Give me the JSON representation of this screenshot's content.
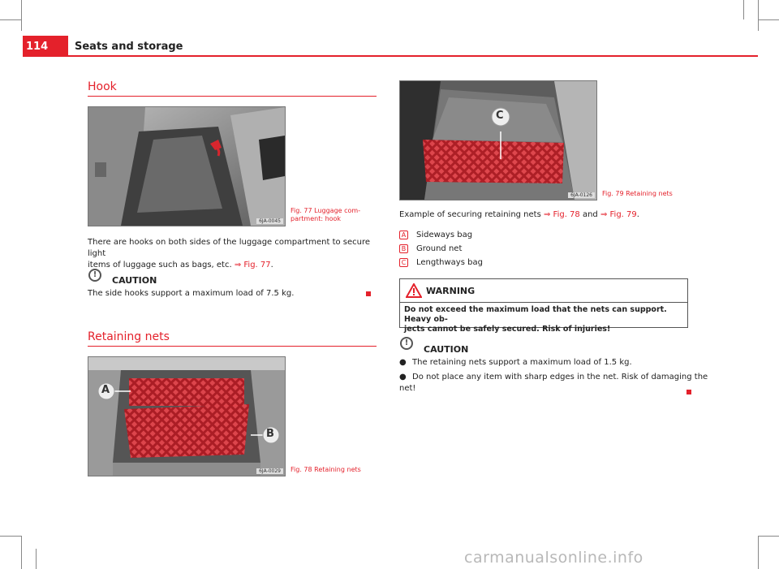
{
  "header": {
    "page_number": "114",
    "title": "Seats and storage"
  },
  "hook": {
    "heading": "Hook",
    "figure": {
      "code": "6JA-0045",
      "caption_line1": "Fig. 77   Luggage com-",
      "caption_line2": "partment: hook"
    },
    "text_line1": "There are hooks on both sides of the luggage compartment to secure light",
    "text_line2_prefix": "items of luggage such as bags, etc. ",
    "text_line2_ref": "⇒ Fig. 77",
    "text_line2_suffix": ".",
    "caution": {
      "title": "CAUTION",
      "text": "The side hooks support a maximum load of 7.5 kg."
    }
  },
  "retaining_nets": {
    "heading": "Retaining nets",
    "fig78": {
      "code": "6JA-0029",
      "caption": "Fig. 78   Retaining nets",
      "label_a": "A",
      "label_b": "B"
    },
    "fig79": {
      "code": "6JA-0126",
      "caption": "Fig. 79   Retaining nets",
      "label_c": "C"
    },
    "example_prefix": "Example of securing retaining nets ",
    "example_ref1": "⇒ Fig. 78",
    "example_and": " and ",
    "example_ref2": "⇒ Fig. 79",
    "example_suffix": ".",
    "legend": [
      {
        "letter": "A",
        "text": "Sideways bag"
      },
      {
        "letter": "B",
        "text": "Ground net"
      },
      {
        "letter": "C",
        "text": "Lengthways bag"
      }
    ],
    "warning": {
      "title": "WARNING",
      "line1": "Do not exceed the maximum load that the nets can support. Heavy ob-",
      "line2": "jects cannot be safely secured. Risk of injuries!"
    },
    "caution": {
      "title": "CAUTION",
      "bullet1": "The retaining nets support a maximum load of 1.5 kg.",
      "bullet2_line1": "Do not place any item with sharp edges in the net. Risk of damaging the",
      "bullet2_line2": "net!"
    }
  },
  "watermark": "carmanualsonline.info",
  "colors": {
    "accent": "#e4212b",
    "net": "#d8262e"
  }
}
